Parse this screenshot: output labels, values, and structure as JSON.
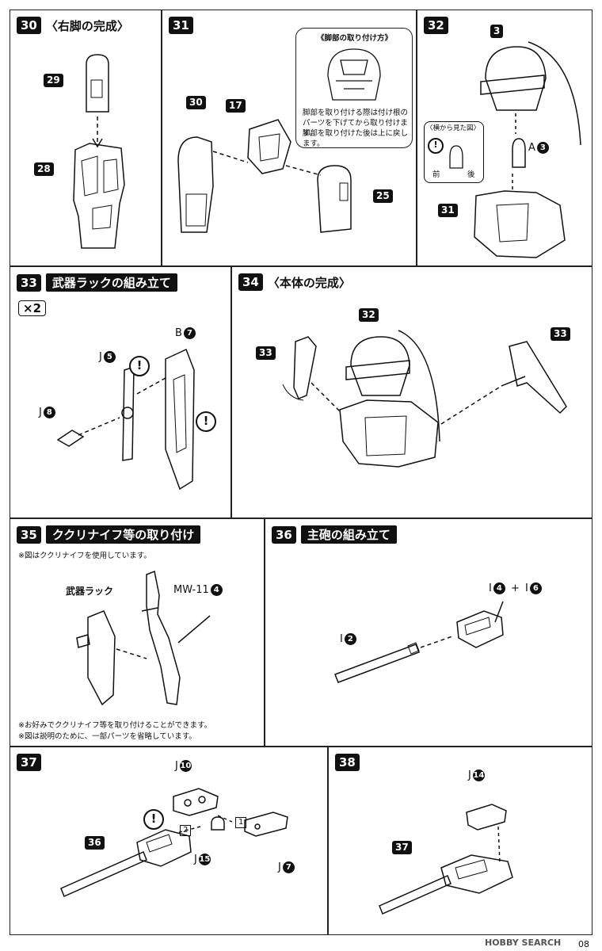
{
  "steps": {
    "s30": {
      "num": "30",
      "title": "〈右脚の完成〉",
      "parts": {
        "a": "29",
        "b": "28"
      }
    },
    "s31": {
      "num": "31",
      "parts": {
        "a": "30",
        "b": "17",
        "c": "25"
      },
      "callout_title": "《脚部の取り付け方》",
      "callout_note": [
        "脚部を取り付ける際は付け根の",
        "パーツを下げてから取り付けます。",
        "脚部を取り付けた後は上に戻します。"
      ]
    },
    "s32": {
      "num": "32",
      "parts": {
        "a": "3",
        "b": "31"
      },
      "label_a": "A",
      "circle_a": "3",
      "side_view": "〈横から見た図〉",
      "front": "前",
      "back": "後"
    },
    "s33": {
      "num": "33",
      "title": "武器ラックの組み立て",
      "qty": "×2",
      "labels": {
        "b": "B",
        "b_num": "7",
        "j1": "J",
        "j1_num": "5",
        "j2": "J",
        "j2_num": "8"
      }
    },
    "s34": {
      "num": "34",
      "title": "〈本体の完成〉",
      "parts": {
        "a": "32",
        "b": "33",
        "c": "33"
      }
    },
    "s35": {
      "num": "35",
      "title": "ククリナイフ等の取り付け",
      "note_top": "※図はククリナイフを使用しています。",
      "rack_label": "武器ラック",
      "knife_label": "MW-11",
      "knife_num": "4",
      "note_bottom": [
        "※お好みでククリナイフ等を取り付けることができます。",
        "※図は説明のために、一部パーツを省略しています。"
      ]
    },
    "s36": {
      "num": "36",
      "title": "主砲の組み立て",
      "labels": {
        "i1": "I",
        "i1_num": "4",
        "plus": "+",
        "i2": "I",
        "i2_num": "6",
        "i3": "I",
        "i3_num": "2"
      }
    },
    "s37": {
      "num": "37",
      "parts": {
        "a": "36"
      },
      "labels": {
        "j1": "J",
        "j1_num": "10",
        "j2": "J",
        "j2_num": "15",
        "j3": "J",
        "j3_num": "7",
        "o1": "1",
        "o2": "2"
      }
    },
    "s38": {
      "num": "38",
      "parts": {
        "a": "37"
      },
      "labels": {
        "j1": "J",
        "j1_num": "14"
      }
    }
  },
  "exclaim": "!",
  "watermark": "HOBBY SEARCH",
  "page_number": "08"
}
